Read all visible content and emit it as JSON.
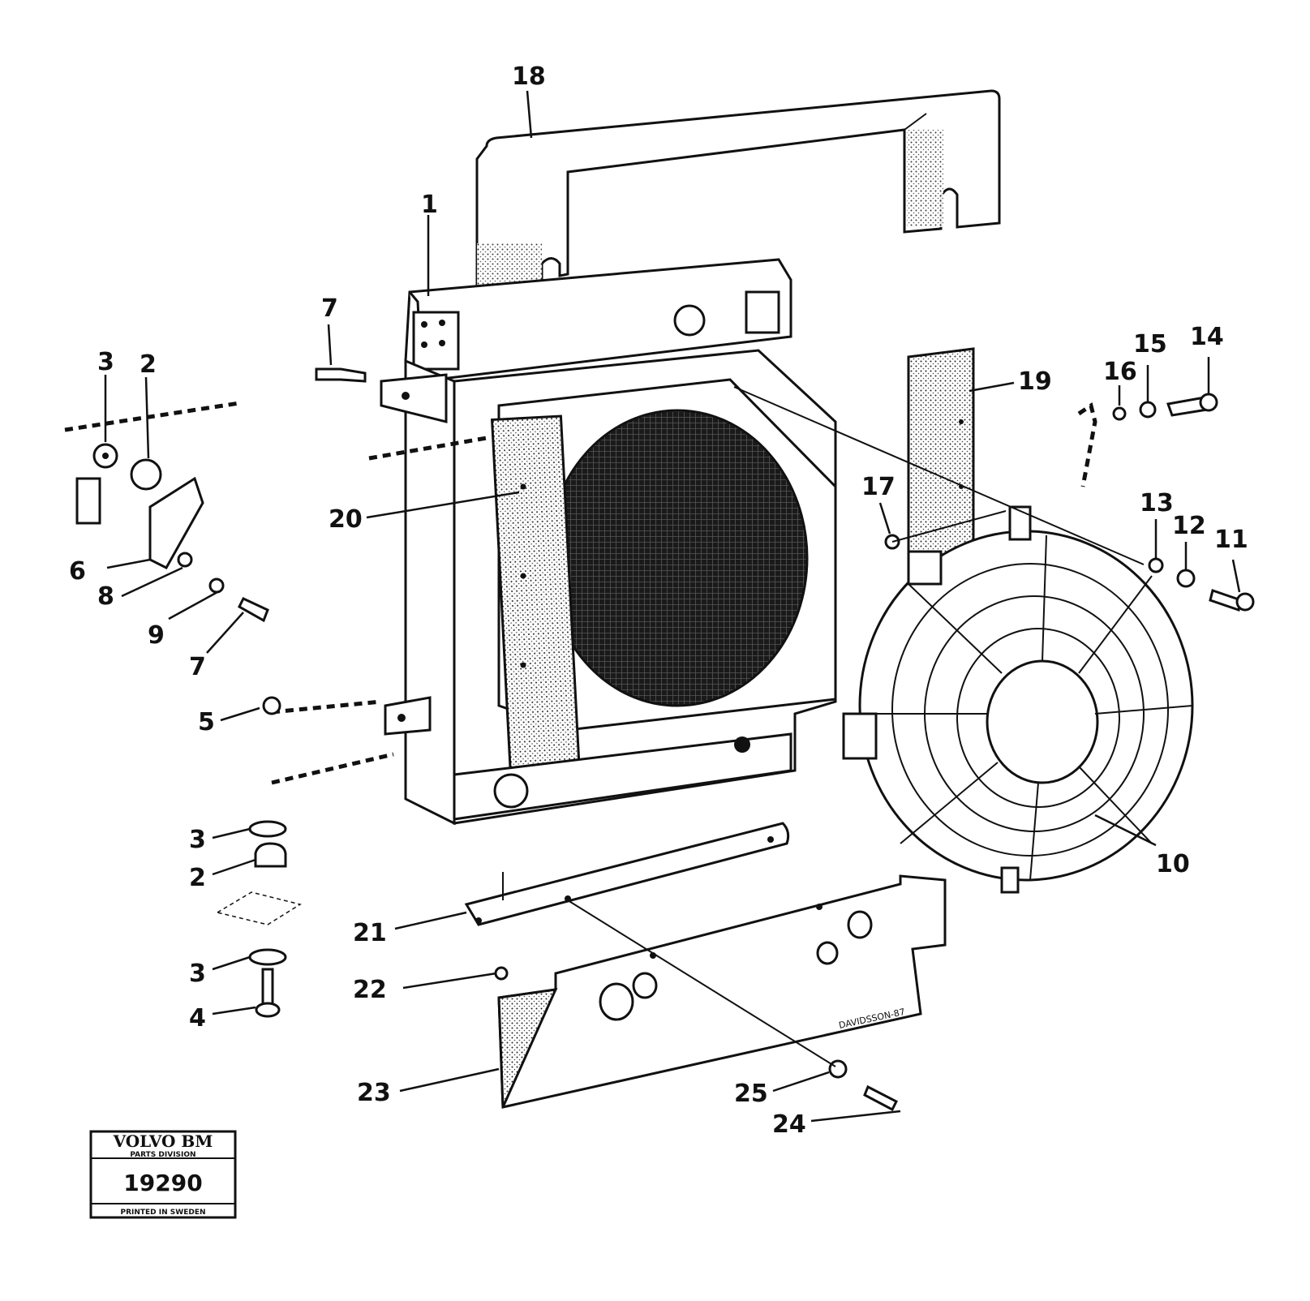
{
  "callouts": {
    "c18": "18",
    "c1": "1",
    "c7a": "7",
    "c3a": "3",
    "c2a": "2",
    "c6": "6",
    "c8": "8",
    "c9": "9",
    "c7b": "7",
    "c5": "5",
    "c3b": "3",
    "c2b": "2",
    "c3c": "3",
    "c4": "4",
    "c20": "20",
    "c19": "19",
    "c16": "16",
    "c15": "15",
    "c14": "14",
    "c17": "17",
    "c13": "13",
    "c12": "12",
    "c11": "11",
    "c10": "10",
    "c21": "21",
    "c22": "22",
    "c23": "23",
    "c25": "25",
    "c24": "24"
  },
  "signature": "DAVIDSSON-87",
  "stamp": {
    "brand": "VOLVO BM",
    "division": "PARTS DIVISION",
    "number": "19290",
    "printed": "PRINTED IN SWEDEN"
  }
}
